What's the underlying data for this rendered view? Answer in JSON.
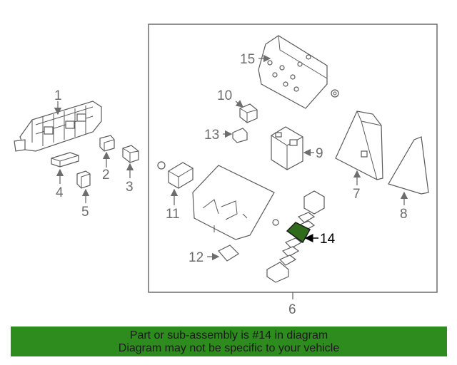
{
  "diagram": {
    "callouts": {
      "c1": "1",
      "c2": "2",
      "c3": "3",
      "c4": "4",
      "c5": "5",
      "c6": "6",
      "c7": "7",
      "c8": "8",
      "c9": "9",
      "c10": "10",
      "c11": "11",
      "c12": "12",
      "c13": "13",
      "c14": "14",
      "c15": "15"
    },
    "highlighted_part": "14",
    "highlight_color": "#2f6b1a",
    "line_color": "#5a5a5a"
  },
  "banner": {
    "line1": "Part or sub-assembly is #14 in diagram",
    "line2": "Diagram may not be specific to your vehicle",
    "background": "#2e8b1e"
  }
}
